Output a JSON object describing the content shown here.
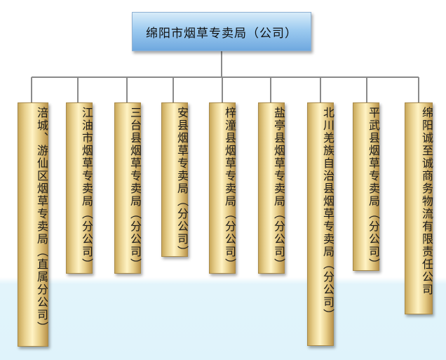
{
  "org_chart": {
    "root": "绵阳市烟草专卖局（公司）",
    "branches": [
      "涪城、游仙区烟草专卖局（直属分公司）",
      "江油市烟草专卖局（分公司）",
      "三台县烟草专卖局（分公司）",
      "安县烟草专卖局（分公司）",
      "梓潼县烟草专卖局（分公司）",
      "盐亭县烟草专卖局（分公司）",
      "北川羌族自治县烟草专卖局（分公司）",
      "平武县烟草专卖局（分公司）",
      "绵阳诚至诚商务物流有限责任公司"
    ]
  }
}
